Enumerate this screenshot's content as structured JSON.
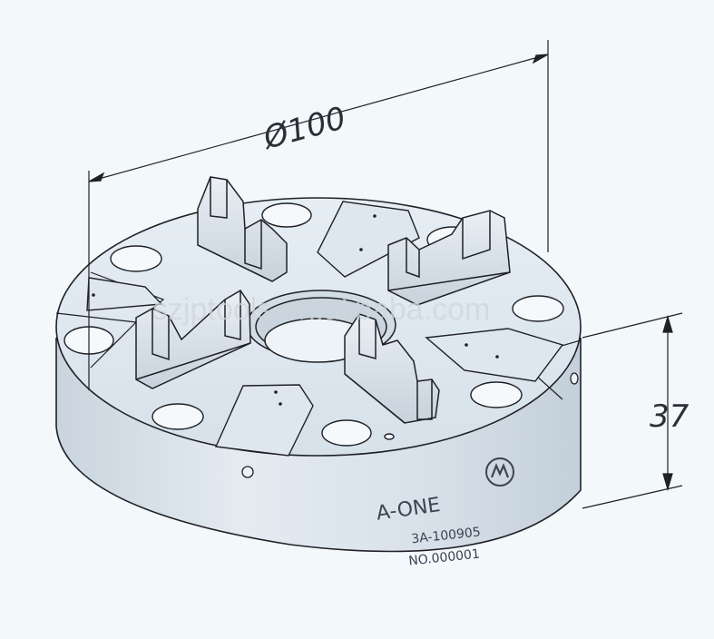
{
  "dimensions": {
    "diameter": "Ø100",
    "height": "37"
  },
  "brand": {
    "name": "A-ONE",
    "model": "3A-100905",
    "serial": "NO.000001"
  },
  "watermark": "szjptools.en.alibaba.com",
  "colors": {
    "body_top": "#dce6ee",
    "body_side": "#d3dde6",
    "line": "#1f2126",
    "background": "#f3f8fb"
  }
}
